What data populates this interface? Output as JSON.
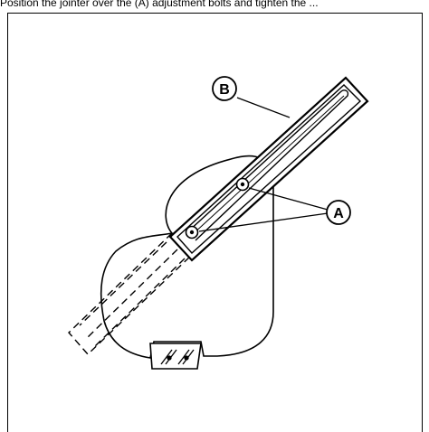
{
  "caption": "Position the jointer over the (A) adjustment bolts and tighten the ...",
  "callouts": {
    "b": "B",
    "a": "A"
  }
}
